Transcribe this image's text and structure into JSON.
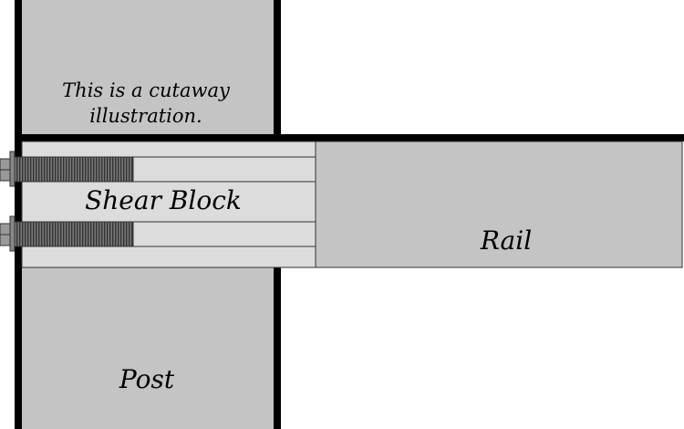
{
  "labels": {
    "cutaway_line1": "This is a cutaway",
    "cutaway_line2": "illustration.",
    "shear_block": "Shear Block",
    "rail": "Rail",
    "post": "Post"
  },
  "colors": {
    "post": "#c4c4c4",
    "shear_block": "#dcdcdc",
    "rail": "#c4c4c4",
    "bolt_thread": "#5a5a5a",
    "outline": "#000000"
  }
}
